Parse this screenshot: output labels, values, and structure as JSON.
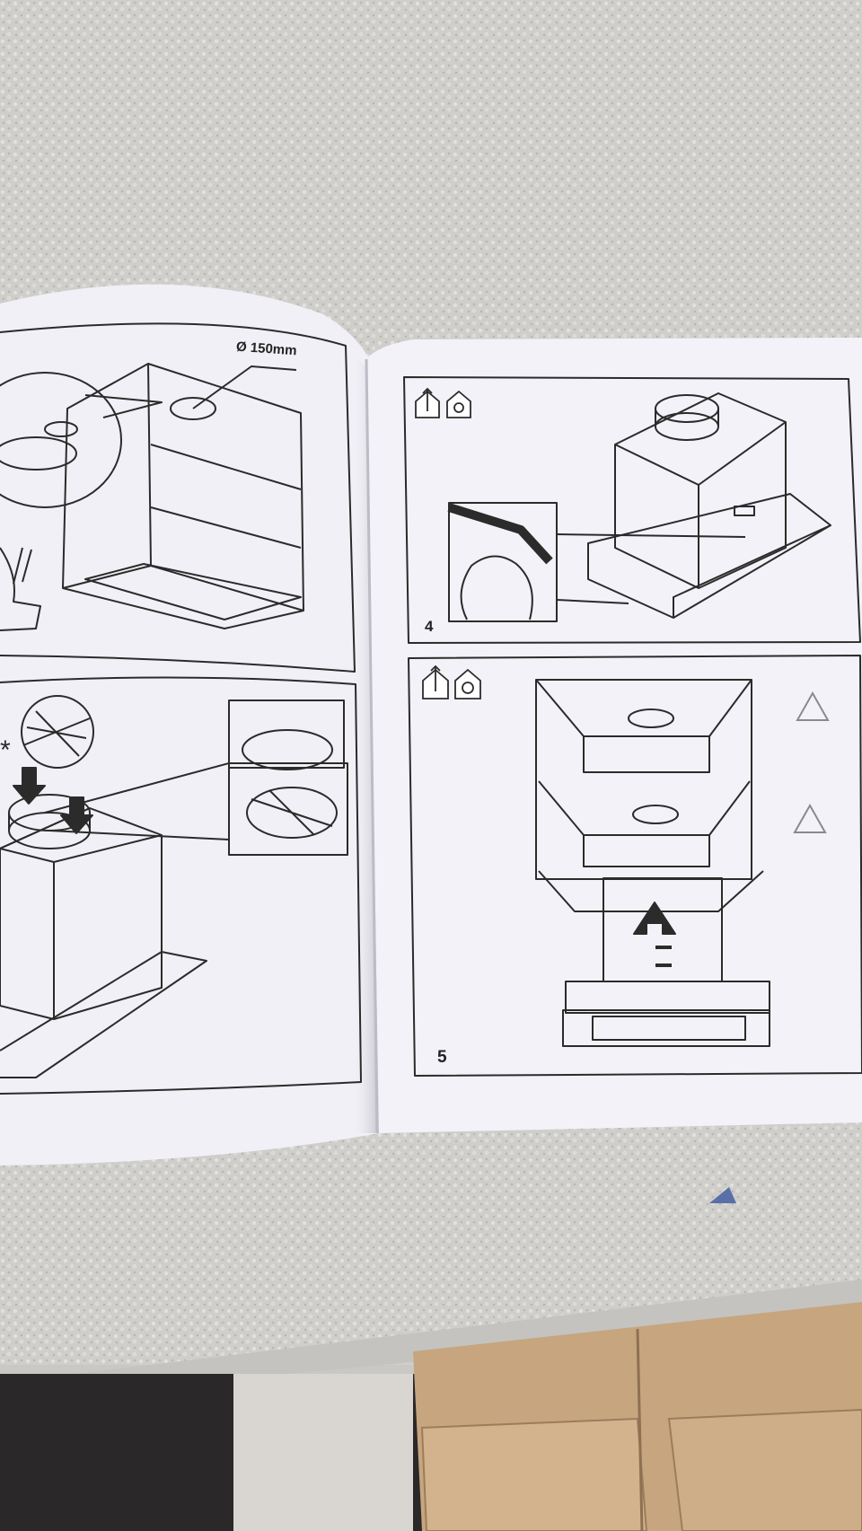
{
  "manual": {
    "left_page": {
      "duct_dimension": "Ø 150mm"
    },
    "right_page": {
      "steps": [
        {
          "number": "4"
        },
        {
          "number": "5"
        }
      ]
    }
  },
  "icons": {
    "step4": [
      "house-arrow-out-icon",
      "house-recirculate-icon"
    ],
    "step5": [
      "house-arrow-out-icon",
      "house-recirculate-icon"
    ],
    "warnings": [
      "warning-triangle-icon",
      "warning-triangle-icon"
    ]
  },
  "colors": {
    "towel": "#cfceca",
    "paper": "#f2f1f7",
    "line_art": "#2b2b2b",
    "cardboard": "#c7a57e"
  }
}
